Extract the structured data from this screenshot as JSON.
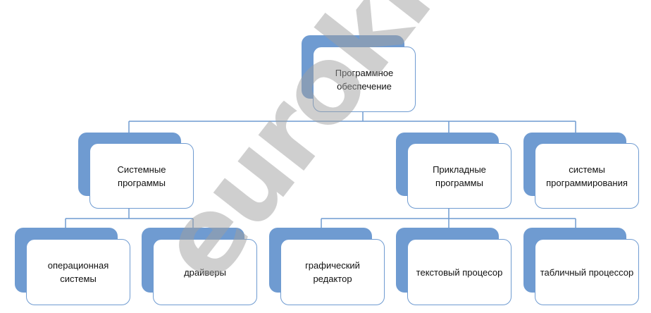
{
  "nodes": {
    "root": {
      "label": "Программное\nобеспечение"
    },
    "system": {
      "label": "Системные\nпрограммы"
    },
    "applied": {
      "label": "Прикладные\nпрограммы"
    },
    "programming": {
      "label": "системы\nпрограммирования"
    },
    "os": {
      "label": "операционная\nсистемы"
    },
    "drivers": {
      "label": "драйверы"
    },
    "graphic": {
      "label": "графический\nредактор"
    },
    "text": {
      "label": "текстовый процесор"
    },
    "table": {
      "label": "табличный процессор"
    }
  },
  "watermark": {
    "text": "euroki"
  },
  "colors": {
    "box_accent": "#6f9bd1",
    "connector": "#6f9bd1"
  }
}
